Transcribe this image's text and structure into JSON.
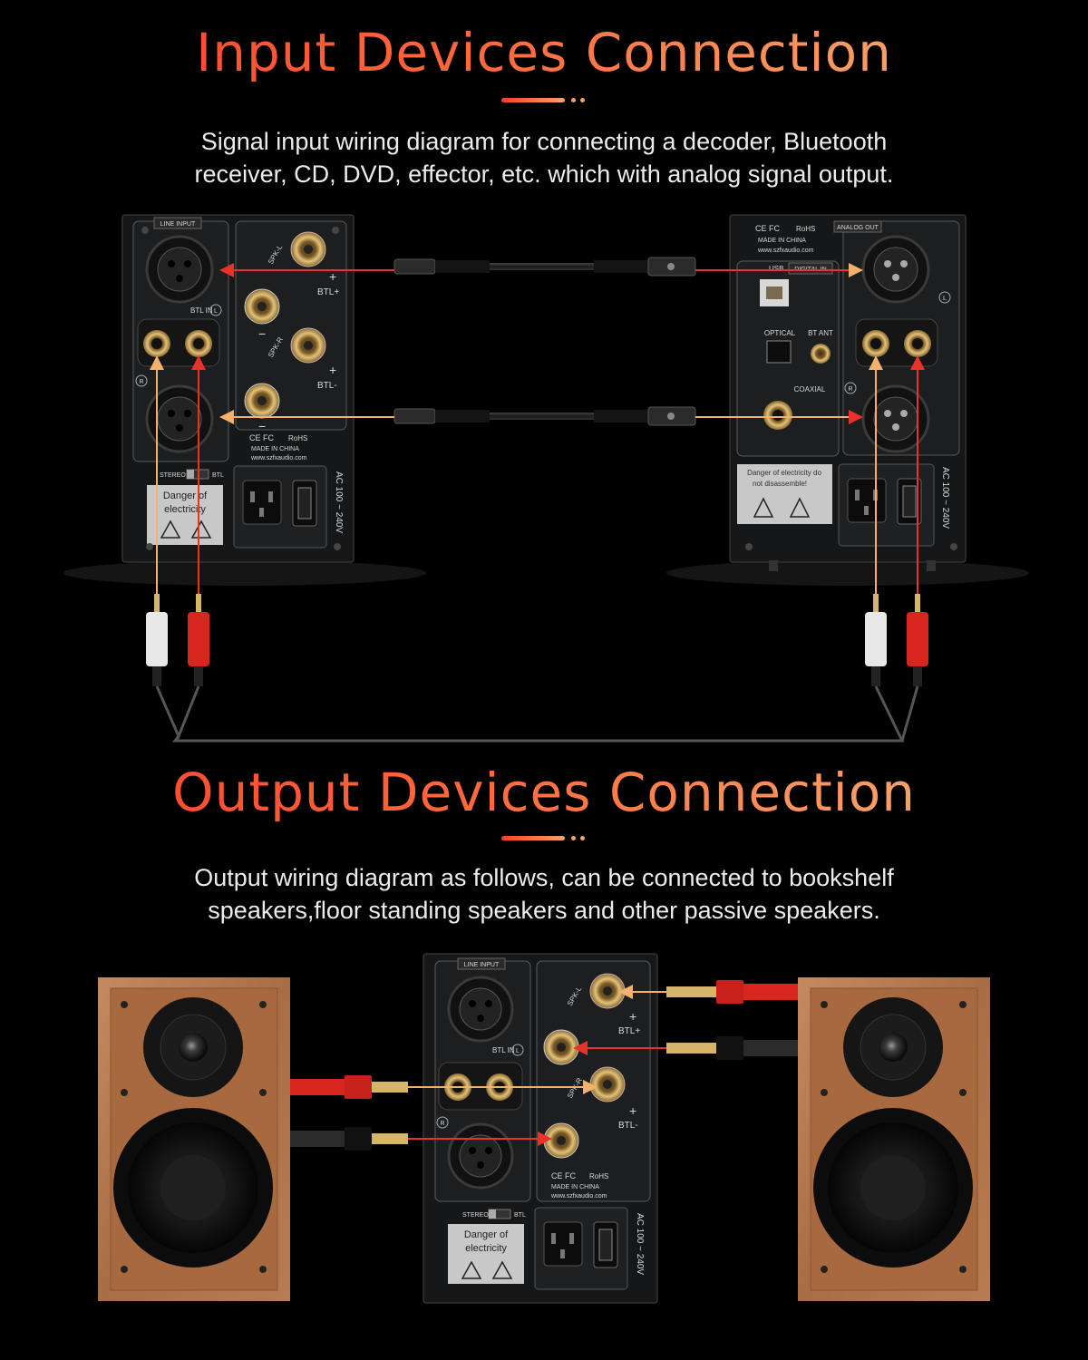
{
  "section_input": {
    "title": "Input Devices Connection",
    "desc_line1": "Signal input wiring diagram for connecting a decoder, Bluetooth",
    "desc_line2": "receiver, CD, DVD, effector, etc. which with analog signal output."
  },
  "section_output": {
    "title": "Output Devices Connection",
    "desc_line1": "Output wiring diagram as follows, can be connected to bookshelf",
    "desc_line2": "speakers,floor standing speakers and other passive speakers."
  },
  "amp_labels": {
    "line_input": "LINE INPUT",
    "btl_in": "BTL IN",
    "l": "L",
    "r": "R",
    "spk_l": "SPK-L",
    "spk_r": "SPK-R",
    "btl_plus": "BTL+",
    "btl_minus": "BTL-",
    "plus": "+",
    "minus": "−",
    "ce_fc": "CE FC",
    "rohs": "RoHS",
    "made_in_china": "MADE IN CHINA",
    "website": "www.szfxaudio.com",
    "stereo": "STEREO",
    "btl": "BTL",
    "danger1": "Danger of",
    "danger2": "electricity",
    "ac": "AC 100 ~ 240V"
  },
  "dac_labels": {
    "ce_fc": "CE FC",
    "rohs": "RoHS",
    "made_in_china": "MADE IN CHINA",
    "website": "www.szfxaudio.com",
    "analog_out": "ANALOG OUT",
    "usb": "USB",
    "digital_in": "DIGITAL IN",
    "optical": "OPTICAL",
    "bt_ant": "BT ANT",
    "coaxial": "COAXIAL",
    "l": "L",
    "r": "R",
    "warning1": "Danger of electricity do",
    "warning2": "not disassemble!",
    "ac": "AC 100 ~ 240V"
  },
  "colors": {
    "accent_start": "#ff3d2e",
    "accent_end": "#f7b87a",
    "arrow_red": "#e8322a",
    "arrow_orange": "#f3b16b",
    "panel": "#1b1c1e",
    "wood": "#b77a52"
  }
}
